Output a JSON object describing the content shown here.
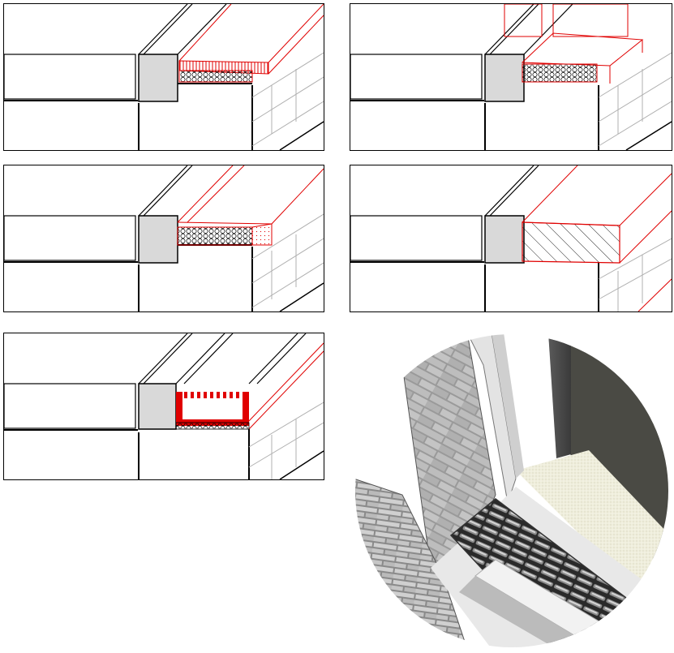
{
  "panels": [
    {
      "id": "p1",
      "variant": "insulated-hatched-sill"
    },
    {
      "id": "p2",
      "variant": "insulated-sill-with-upstand"
    },
    {
      "id": "p3",
      "variant": "foam-filled-sill"
    },
    {
      "id": "p4",
      "variant": "solid-sill"
    },
    {
      "id": "p5",
      "variant": "channel-drain-sill"
    }
  ],
  "colors": {
    "detail": "#e00000",
    "frame": "#d9d9d9",
    "line": "#000000",
    "brick": "#b0b0b0"
  },
  "photo": {
    "subject": "threshold-drain-grating-render"
  }
}
